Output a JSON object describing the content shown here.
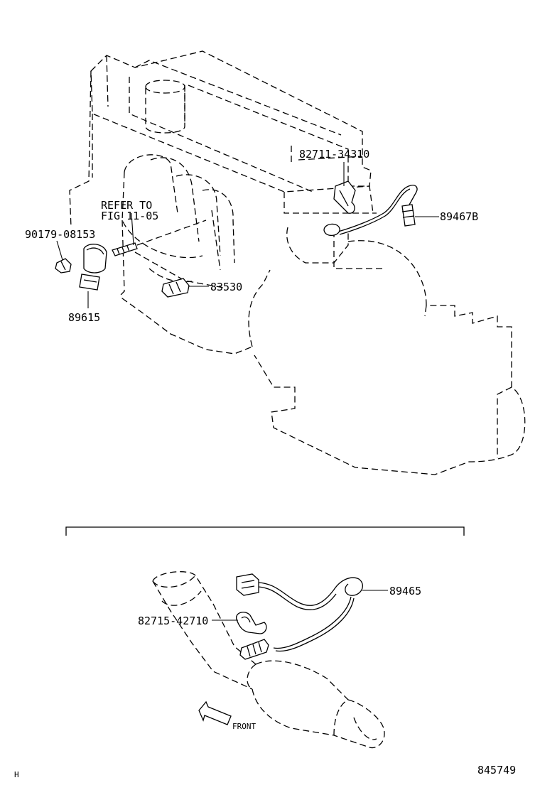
{
  "labels": {
    "p82711": "82711-34310",
    "p89467b": "89467B",
    "refer_line1": "REFER TO",
    "refer_line2": "FIG 11-05",
    "p90179": "90179-08153",
    "p83530": "83530",
    "p89615": "89615",
    "p89465": "89465",
    "p82715": "82715-42710",
    "front": "FRONT",
    "corner_code": "H",
    "figure_number": "845749"
  }
}
